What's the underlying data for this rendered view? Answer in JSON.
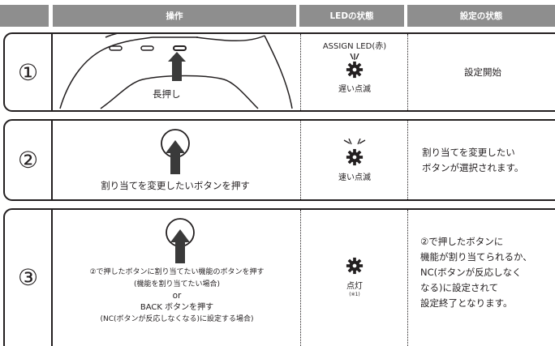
{
  "header": {
    "operation": "操作",
    "led_state": "LEDの状態",
    "setting_state": "設定の状態"
  },
  "colors": {
    "header_bg": "#8e8e8e",
    "arrow": "#3a3a3a",
    "text": "#231f20"
  },
  "rows": [
    {
      "number": "①",
      "operation_label": "長押し",
      "led_title": "ASSIGN LED(赤)",
      "led_icon": "gear-icon",
      "led_state": "遅い点滅",
      "setting": "設定開始"
    },
    {
      "number": "②",
      "operation_label": "割り当てを変更したいボタンを押す",
      "led_icon": "gear-icon",
      "led_state": "速い点滅",
      "setting_lines": [
        "割り当てを変更したい",
        "ボタンが選択されます。"
      ]
    },
    {
      "number": "③",
      "operation_lines": [
        "②で押したボタンに割り当てたい機能のボタンを押す",
        "(機能を割り当てたい場合)",
        "or",
        "BACK ボタンを押す",
        "(NC(ボタンが反応しなくなる)に設定する場合)"
      ],
      "led_icon": "gear-icon",
      "led_state": "点灯",
      "led_note": "(※1)",
      "setting_lines": [
        "②で押したボタンに",
        "機能が割り当てられるか、",
        "NC(ボタンが反応しなく",
        "なる)に設定されて",
        "設定終了となります。"
      ]
    }
  ]
}
